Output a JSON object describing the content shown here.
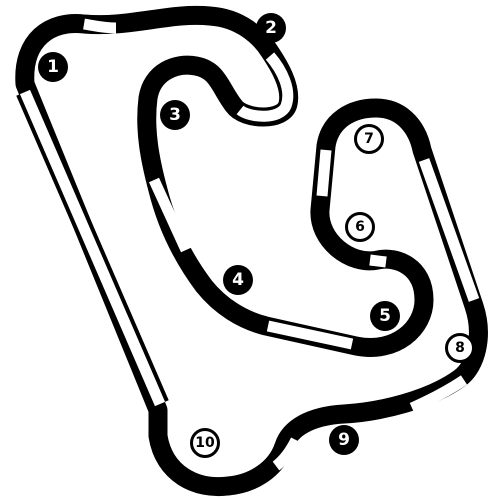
{
  "track": {
    "colors": {
      "asphalt": "#000000",
      "kerb": "#ffffff",
      "background": "#ffffff"
    },
    "turns": [
      {
        "label": "1",
        "style": "filled"
      },
      {
        "label": "2",
        "style": "filled"
      },
      {
        "label": "3",
        "style": "filled"
      },
      {
        "label": "4",
        "style": "filled"
      },
      {
        "label": "5",
        "style": "filled"
      },
      {
        "label": "6",
        "style": "outlined"
      },
      {
        "label": "7",
        "style": "outlined"
      },
      {
        "label": "8",
        "style": "outlined"
      },
      {
        "label": "9",
        "style": "filled"
      },
      {
        "label": "10",
        "style": "outlined"
      }
    ]
  }
}
